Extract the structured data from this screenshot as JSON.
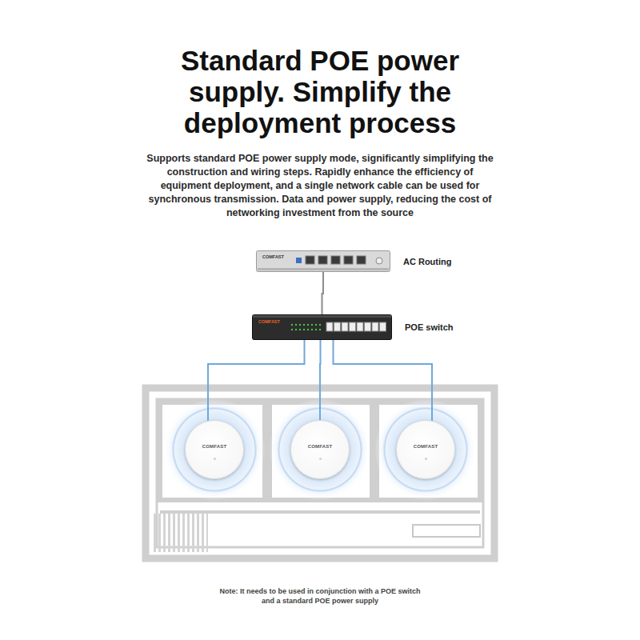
{
  "diagram": {
    "title": "Standard POE power supply. Simplify the deployment process",
    "nodes": [
      {
        "text": [
          "COMFAST",
          "AC Routing"
        ]
      },
      {
        "text": [
          "COMFAST",
          "POE switch"
        ]
      },
      {
        "text": [
          "COMFAST"
        ]
      },
      {
        "text": [
          "COMFAST"
        ]
      },
      {
        "text": [
          "COMFAST"
        ]
      }
    ],
    "edges": [
      {
        "from": 0,
        "to": 1,
        "arrow": "none"
      },
      {
        "from": 1,
        "to": 2,
        "arrow": "none"
      },
      {
        "from": 1,
        "to": 3,
        "arrow": "none"
      },
      {
        "from": 1,
        "to": 4,
        "arrow": "none"
      }
    ],
    "labels": [
      "Supports standard POE power supply mode, significantly simplifying the construction and wiring steps. Rapidly enhance the efficiency of equipment deployment, and a single network cable can be used for synchronous transmission. Data and power supply, reducing the cost of networking investment from the source",
      "Note: It needs to be used in conjunction with a POE switch and a standard POE power supply"
    ]
  }
}
